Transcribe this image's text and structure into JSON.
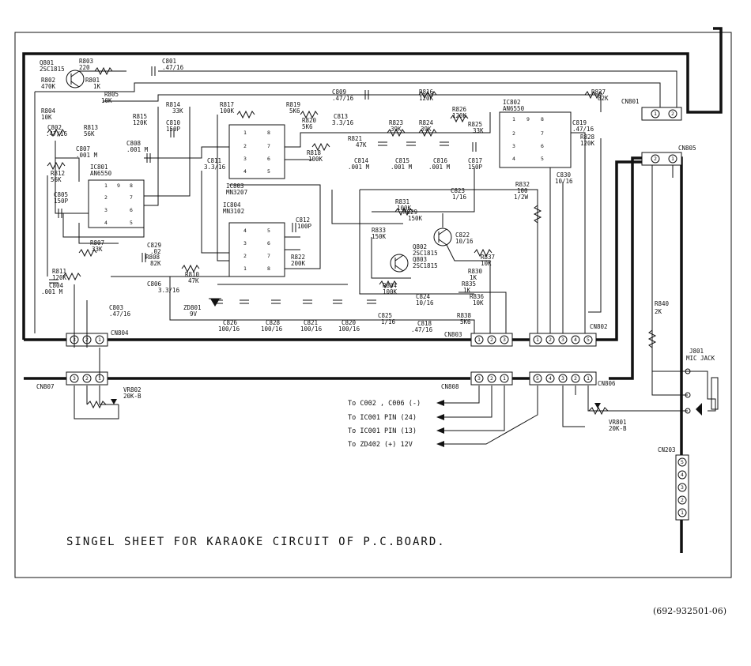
{
  "title": "SINGEL SHEET FOR KARAOKE CIRCUIT OF P.C.BOARD.",
  "doc_number": "(692-932501-06)",
  "ics": [
    {
      "ref": "IC801",
      "part": "AN6550",
      "pins": [
        "1",
        "9",
        "8",
        "2",
        "7",
        "3",
        "6",
        "4",
        "5"
      ]
    },
    {
      "ref": "IC802",
      "part": "AN6550",
      "pins": [
        "1",
        "9",
        "8",
        "2",
        "7",
        "3",
        "6",
        "4",
        "5"
      ]
    },
    {
      "ref": "IC803",
      "part": "MN3207",
      "pins": [
        "1",
        "8",
        "2",
        "7",
        "3",
        "6",
        "4",
        "5"
      ]
    },
    {
      "ref": "IC804",
      "part": "MN3102",
      "pins": [
        "4",
        "5",
        "3",
        "6",
        "2",
        "7",
        "1",
        "8"
      ]
    }
  ],
  "transistors": [
    {
      "ref": "Q801",
      "part": "2SC1815"
    },
    {
      "ref": "Q802",
      "part": "2SC1815"
    },
    {
      "ref": "Q803",
      "part": "2SC1815"
    }
  ],
  "components": [
    {
      "ref": "R803",
      "value": "220"
    },
    {
      "ref": "C801",
      "value": ".47/16"
    },
    {
      "ref": "R802",
      "value": "470K"
    },
    {
      "ref": "R801",
      "value": "1K"
    },
    {
      "ref": "R805",
      "value": "10K"
    },
    {
      "ref": "R804",
      "value": "10K"
    },
    {
      "ref": "C809",
      "value": ".47/16"
    },
    {
      "ref": "R816",
      "value": "120K"
    },
    {
      "ref": "R827",
      "value": "82K"
    },
    {
      "ref": "R814",
      "value": "33K"
    },
    {
      "ref": "R815",
      "value": "120K"
    },
    {
      "ref": "C810",
      "value": "150P"
    },
    {
      "ref": "R817",
      "value": "100K"
    },
    {
      "ref": "R819",
      "value": "5K6"
    },
    {
      "ref": "R820",
      "value": "5K6"
    },
    {
      "ref": "C813",
      "value": "3.3/16"
    },
    {
      "ref": "R821",
      "value": "47K"
    },
    {
      "ref": "R823",
      "value": "39K"
    },
    {
      "ref": "R824",
      "value": "39K"
    },
    {
      "ref": "R826",
      "value": "120K"
    },
    {
      "ref": "R825",
      "value": "33K"
    },
    {
      "ref": "C819",
      "value": ".47/16"
    },
    {
      "ref": "R828",
      "value": "120K"
    },
    {
      "ref": "C802",
      "value": ".47/16"
    },
    {
      "ref": "R813",
      "value": "56K"
    },
    {
      "ref": "C807",
      "value": ".001 M"
    },
    {
      "ref": "C808",
      "value": ".001 M"
    },
    {
      "ref": "R818",
      "value": "100K"
    },
    {
      "ref": "C814",
      "value": ".001 M"
    },
    {
      "ref": "C815",
      "value": ".001 M"
    },
    {
      "ref": "C816",
      "value": ".001 M"
    },
    {
      "ref": "C817",
      "value": "150P"
    },
    {
      "ref": "C830",
      "value": "10/16"
    },
    {
      "ref": "R812",
      "value": "56K"
    },
    {
      "ref": "C811",
      "value": "3.3/16"
    },
    {
      "ref": "R832",
      "value": "100"
    },
    {
      "ref": "R832_rating",
      "value": "1/2W"
    },
    {
      "ref": "C805",
      "value": "150P"
    },
    {
      "ref": "C823",
      "value": "1/16"
    },
    {
      "ref": "R831",
      "value": "100K"
    },
    {
      "ref": "R829",
      "value": "150K"
    },
    {
      "ref": "C812",
      "value": "100P"
    },
    {
      "ref": "R833",
      "value": "150K"
    },
    {
      "ref": "C822",
      "value": "10/16"
    },
    {
      "ref": "R807",
      "value": "33K"
    },
    {
      "ref": "C829",
      "value": ".02"
    },
    {
      "ref": "R808",
      "value": "82K"
    },
    {
      "ref": "R822",
      "value": "200K"
    },
    {
      "ref": "R837",
      "value": "10K"
    },
    {
      "ref": "R811",
      "value": "120K"
    },
    {
      "ref": "R810",
      "value": "47K"
    },
    {
      "ref": "C806",
      "value": "3.3/16"
    },
    {
      "ref": "R830",
      "value": "1K"
    },
    {
      "ref": "R835",
      "value": "1K"
    },
    {
      "ref": "C804",
      "value": ".001 M"
    },
    {
      "ref": "R834",
      "value": "100K"
    },
    {
      "ref": "C824",
      "value": "10/16"
    },
    {
      "ref": "R836",
      "value": "10K"
    },
    {
      "ref": "C803",
      "value": ".47/16"
    },
    {
      "ref": "ZD801",
      "value": "9V"
    },
    {
      "ref": "C826",
      "value": "100/16"
    },
    {
      "ref": "C828",
      "value": "100/16"
    },
    {
      "ref": "C821",
      "value": "100/16"
    },
    {
      "ref": "C820",
      "value": "100/16"
    },
    {
      "ref": "C825",
      "value": "1/16"
    },
    {
      "ref": "C818",
      "value": ".47/16"
    },
    {
      "ref": "R838",
      "value": "5K6"
    },
    {
      "ref": "R840",
      "value": "2K"
    },
    {
      "ref": "VR802",
      "value": "20K-B"
    },
    {
      "ref": "VR801",
      "value": "20K-B"
    }
  ],
  "connectors": [
    {
      "ref": "CN801",
      "pins": [
        "1",
        "2"
      ]
    },
    {
      "ref": "CN805",
      "pins": [
        "2",
        "1"
      ]
    },
    {
      "ref": "CN804",
      "pins": [
        "3",
        "2",
        "1"
      ]
    },
    {
      "ref": "CN803",
      "pins": [
        "1",
        "2",
        "3"
      ]
    },
    {
      "ref": "CN802",
      "pins": [
        "1",
        "2",
        "3",
        "4",
        "5"
      ]
    },
    {
      "ref": "CN807",
      "pins": [
        "3",
        "2",
        "1"
      ]
    },
    {
      "ref": "CN808",
      "pins": [
        "3",
        "2",
        "1"
      ]
    },
    {
      "ref": "CN806",
      "pins": [
        "5",
        "4",
        "3",
        "2",
        "1"
      ]
    },
    {
      "ref": "CN203",
      "pins": [
        "5",
        "4",
        "3",
        "2",
        "1"
      ]
    }
  ],
  "jack": {
    "ref": "J801",
    "name": "MIC JACK"
  },
  "outputs": [
    "To C002 , C006 (-)",
    "To IC001 PIN (24)",
    "To IC001 PIN (13)",
    "To ZD402 (+) 12V"
  ]
}
